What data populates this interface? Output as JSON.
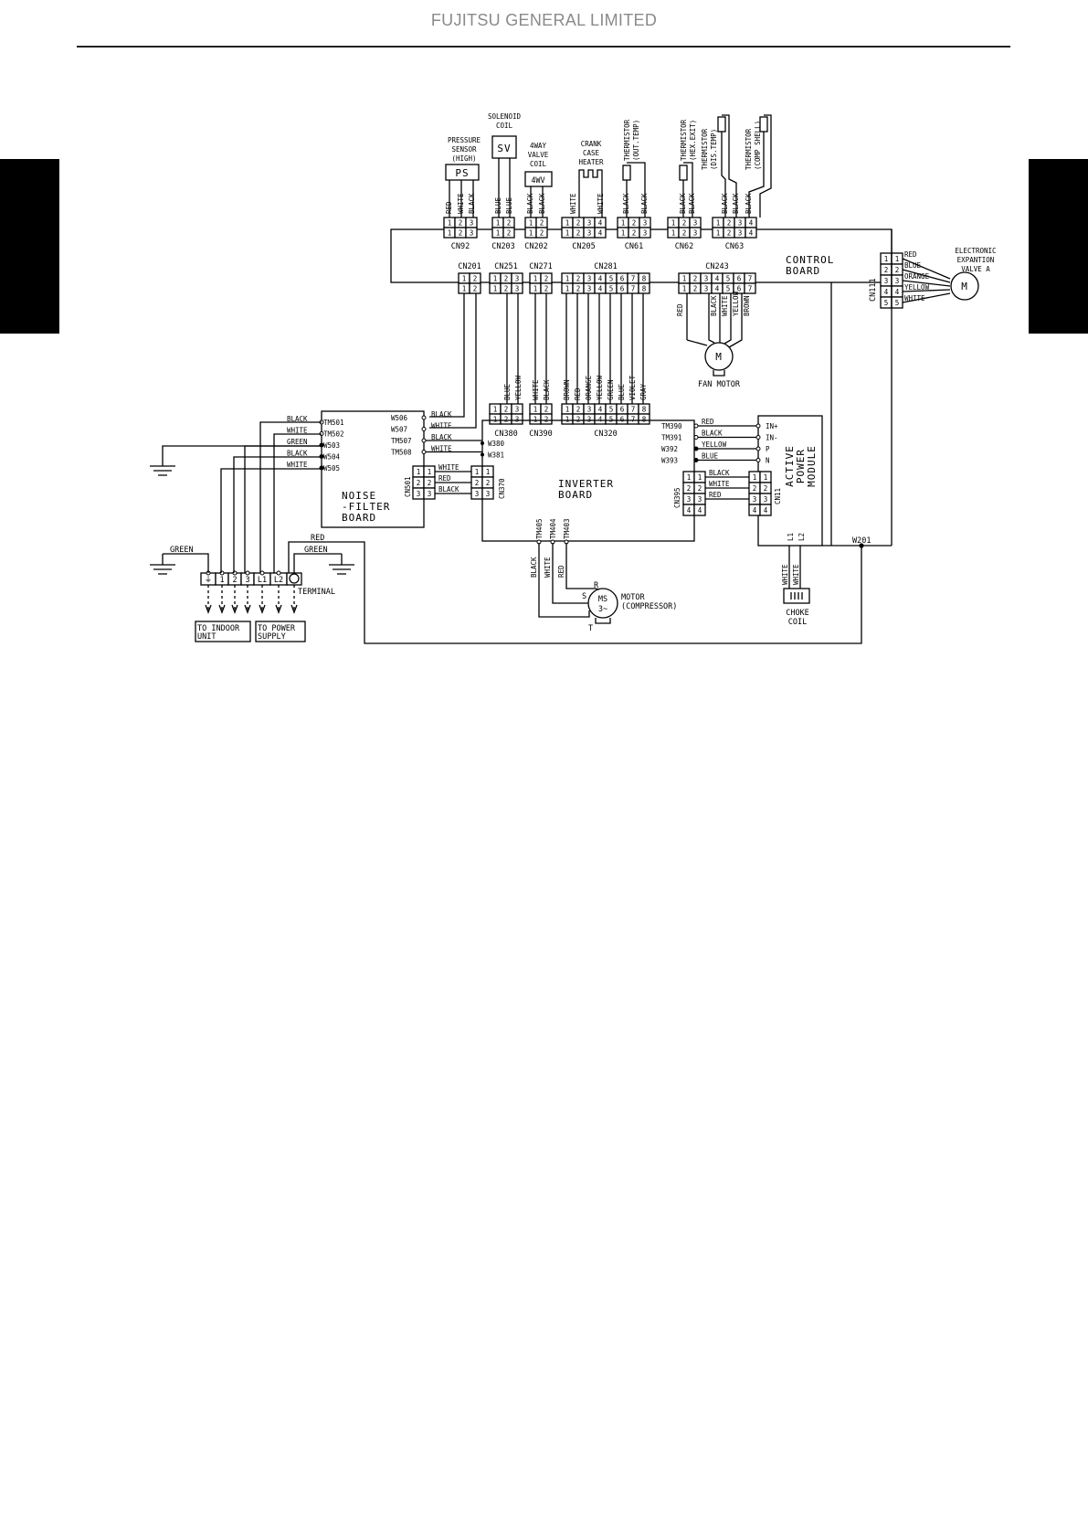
{
  "header": {
    "title": "FUJITSU GENERAL LIMITED"
  },
  "top_components": {
    "pressure_sensor": [
      "PRESSURE",
      "SENSOR",
      "(HIGH)"
    ],
    "ps_symbol": "PS",
    "solenoid": [
      "SOLENOID",
      "COIL"
    ],
    "sv_symbol": "SV",
    "valve": [
      "4WAY",
      "VALVE",
      "COIL"
    ],
    "valve_symbol": "4WV",
    "crank": [
      "CRANK",
      "CASE",
      "HEATER"
    ],
    "therm_out": [
      "THERMISTOR",
      "(OUT.TEMP)"
    ],
    "therm_hex": [
      "THERMISTOR",
      "(HEX.EXIT)"
    ],
    "therm_dis": [
      "THERMISTOR",
      "(DIS.TEMP)"
    ],
    "therm_comp": [
      "THERMISTOR",
      "(COMP SHELL)"
    ]
  },
  "top_connectors": [
    {
      "name": "CN92",
      "pins": 3,
      "wires": [
        "RED",
        "WHITE",
        "BLACK"
      ]
    },
    {
      "name": "CN203",
      "pins": 2,
      "wires": [
        "BLUE",
        "BLUE"
      ]
    },
    {
      "name": "CN202",
      "pins": 2,
      "wires": [
        "BLACK",
        "BLACK"
      ]
    },
    {
      "name": "CN205",
      "pins": 4,
      "wires": [
        "WHITE",
        "WHITE"
      ]
    },
    {
      "name": "CN61",
      "pins": 3,
      "wires": [
        "BLACK",
        "BLACK"
      ]
    },
    {
      "name": "CN62",
      "pins": 3,
      "wires": [
        "BLACK",
        "BLACK"
      ]
    },
    {
      "name": "CN63",
      "pins": 4,
      "wires": [
        "BLACK",
        "BLACK",
        "BLACK"
      ]
    }
  ],
  "control_board": {
    "label": [
      "CONTROL",
      "BOARD"
    ]
  },
  "mid_connectors": [
    {
      "name": "CN201",
      "pins": 2
    },
    {
      "name": "CN251",
      "pins": 3
    },
    {
      "name": "CN271",
      "pins": 2
    },
    {
      "name": "CN281",
      "pins": 8
    },
    {
      "name": "CN243",
      "pins": 7
    }
  ],
  "cn251_wires": [
    "BLUE",
    "YELLOW"
  ],
  "cn271_wires": [
    "WHITE",
    "BLACK"
  ],
  "cn281_wires": [
    "BROWN",
    "RED",
    "ORANGE",
    "YELLOW",
    "GREEN",
    "BLUE",
    "VIOLET",
    "GRAY"
  ],
  "cn243_wires": [
    "RED",
    "BLACK",
    "WHITE",
    "YELLOW",
    "BROWN"
  ],
  "fan_motor": {
    "symbol": "M",
    "label": "FAN MOTOR"
  },
  "cn111": {
    "name": "CN111",
    "pins": 5,
    "wires": [
      "RED",
      "BLUE",
      "ORANGE",
      "YELLOW",
      "WHITE"
    ]
  },
  "exp_valve": {
    "label": [
      "ELECTRONIC",
      "EXPANTION",
      "VALVE A"
    ],
    "symbol": "M"
  },
  "inverter_connectors": [
    {
      "name": "CN380",
      "pins": 3
    },
    {
      "name": "CN390",
      "pins": 2
    },
    {
      "name": "CN320",
      "pins": 8
    }
  ],
  "noise_filter": {
    "label": [
      "NOISE",
      "-FILTER",
      "BOARD"
    ],
    "left_terminals": [
      "TM501",
      "TM502",
      "W503",
      "W504",
      "W505"
    ],
    "left_wires": [
      "BLACK",
      "WHITE",
      "GREEN",
      "BLACK",
      "WHITE"
    ],
    "right_terminals": [
      "W506",
      "W507",
      "TM507",
      "TM508"
    ],
    "right_wires": [
      "BLACK",
      "WHITE",
      "BLACK",
      "WHITE"
    ],
    "cn501": "CN501",
    "cn501_wires": [
      "WHITE",
      "RED",
      "BLACK"
    ]
  },
  "inverter": {
    "label": [
      "INVERTER",
      "BOARD"
    ],
    "left_terminals": [
      "W380",
      "W381"
    ],
    "cn370": "CN370",
    "bottom_terminals": [
      "TM405",
      "TM404",
      "TM403"
    ],
    "motor_wires": [
      "BLACK",
      "WHITE",
      "RED"
    ],
    "right_terminals": [
      "TM390",
      "TM391",
      "W392",
      "W393"
    ],
    "right_wires": [
      "RED",
      "BLACK",
      "YELLOW",
      "BLUE"
    ],
    "cn395": "CN395",
    "cn395_wires": [
      "BLACK",
      "WHITE",
      "RED"
    ]
  },
  "apm": {
    "label": [
      "ACTIVE",
      "POWER",
      "MODULE"
    ],
    "terminals": [
      "IN+",
      "IN-",
      "P",
      "N"
    ],
    "cn11": "CN11",
    "bottom": [
      "L1",
      "L2"
    ]
  },
  "compressor": {
    "symbol": [
      "MS",
      "3~"
    ],
    "label": [
      "MOTOR",
      "(COMPRESSOR)"
    ],
    "phases": [
      "R",
      "S",
      "T"
    ]
  },
  "choke": {
    "label": [
      "CHOKE",
      "COIL"
    ],
    "wires": [
      "WHITE",
      "WHITE"
    ]
  },
  "w201": "W201",
  "terminal": {
    "label": "TERMINAL",
    "cells": [
      "⏚",
      "1",
      "2",
      "3",
      "L1",
      "L2"
    ],
    "green_left": "GREEN",
    "green_right": "GREEN",
    "red": "RED"
  },
  "to_indoor": [
    "TO INDOOR",
    "UNIT"
  ],
  "to_power": [
    "TO POWER",
    "SUPPLY"
  ]
}
